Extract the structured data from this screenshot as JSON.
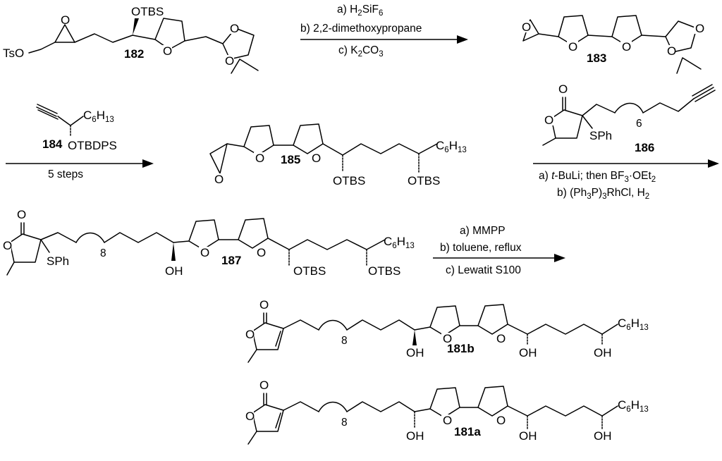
{
  "compounds": {
    "c182": "182",
    "c183": "183",
    "c184": "184",
    "c185": "185",
    "c186": "186",
    "c187": "187",
    "c181b": "181b",
    "c181a": "181a"
  },
  "groups": {
    "otbs": "OTBS",
    "tbs": "TBS",
    "tso": "TsO",
    "o": "O",
    "oh": "OH",
    "otbdps": "OTBDPS",
    "sph": "SPh",
    "c6h13_c": "C",
    "c6h13_h": "H",
    "c6h13_6": "6",
    "c6h13_13": "13",
    "loop6": "6",
    "loop8": "8"
  },
  "reagents": {
    "step1": {
      "a_pre": "a) H",
      "a_2": "2",
      "a_mid": "SiF",
      "a_6": "6",
      "b": "b) 2,2-dimethoxypropane",
      "c_pre": "c) K",
      "c_2": "2",
      "c_mid": "CO",
      "c_3": "3"
    },
    "step2": {
      "below": "5 steps"
    },
    "step3": {
      "a_pre": "a) ",
      "a_t": "t",
      "a_mid": "-BuLi; then BF",
      "a_3": "3",
      "a_dot": "·OEt",
      "a_2": "2",
      "b_pre": "b) (Ph",
      "b_3a": "3",
      "b_mid": "P)",
      "b_3b": "3",
      "b_post": "RhCl, H",
      "b_2": "2"
    },
    "step4": {
      "a": "a) MMPP",
      "b": "b) toluene, reflux",
      "c": "c) Lewatit S100"
    }
  }
}
